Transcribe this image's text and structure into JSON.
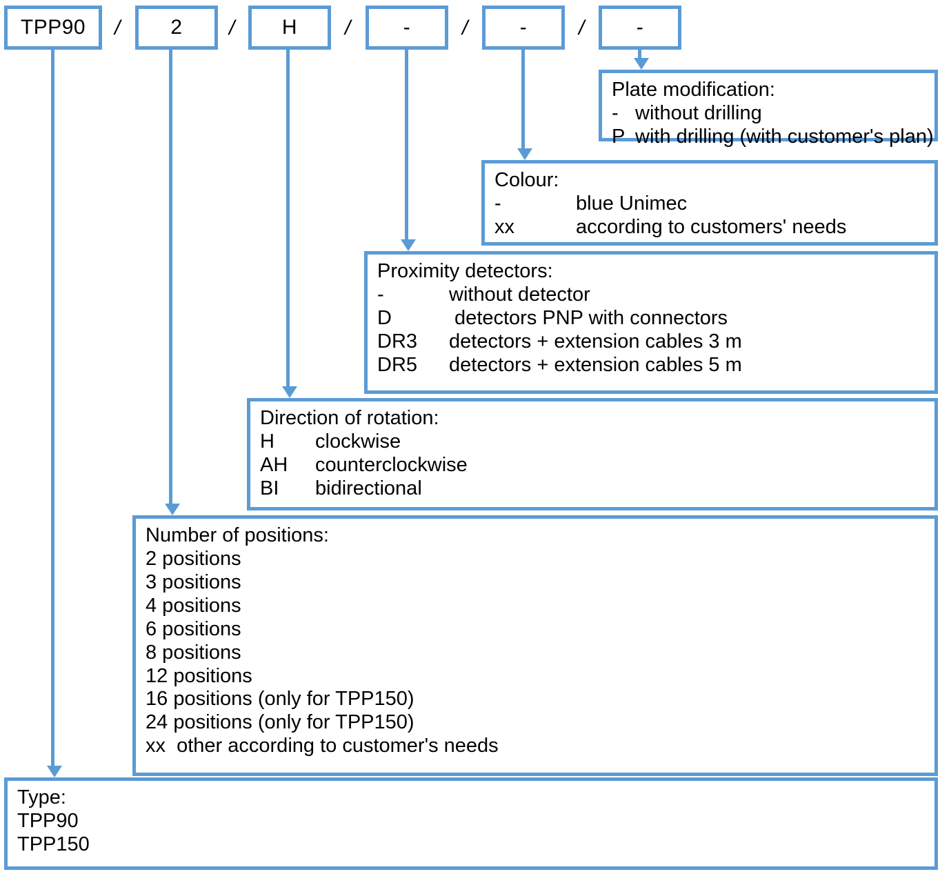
{
  "theme": {
    "accent": "#5B9BD5",
    "text": "#000000",
    "background": "#ffffff"
  },
  "order_code": {
    "separator": "/",
    "segments": [
      {
        "name": "type",
        "value": "TPP90"
      },
      {
        "name": "number-of-positions",
        "value": "2"
      },
      {
        "name": "direction-of-rotation",
        "value": "H"
      },
      {
        "name": "proximity-detectors",
        "value": "-"
      },
      {
        "name": "colour",
        "value": "-"
      },
      {
        "name": "plate-modification",
        "value": "-"
      }
    ]
  },
  "panels": {
    "plate_modification": {
      "title": "Plate modification:",
      "options": [
        {
          "code": "-",
          "text": "without drilling"
        },
        {
          "code": "P",
          "text": "with drilling (with customer's plan)"
        }
      ]
    },
    "colour": {
      "title": "Colour:",
      "options": [
        {
          "code": "-",
          "text": "blue Unimec"
        },
        {
          "code": "xx",
          "text": "according to customers' needs"
        }
      ]
    },
    "proximity_detectors": {
      "title": "Proximity detectors:",
      "options": [
        {
          "code": "-",
          "text": "without detector"
        },
        {
          "code": "D",
          "text": " detectors PNP with connectors"
        },
        {
          "code": "DR3",
          "text": "detectors + extension cables 3 m"
        },
        {
          "code": "DR5",
          "text": "detectors + extension cables 5 m"
        }
      ]
    },
    "direction_of_rotation": {
      "title": "Direction of rotation:",
      "options": [
        {
          "code": "H",
          "text": "clockwise"
        },
        {
          "code": "AH",
          "text": "counterclockwise"
        },
        {
          "code": "BI",
          "text": "bidirectional"
        }
      ]
    },
    "number_of_positions": {
      "title": "Number of positions:",
      "options": [
        {
          "code": "",
          "text": "2 positions"
        },
        {
          "code": "",
          "text": "3 positions"
        },
        {
          "code": "",
          "text": "4 positions"
        },
        {
          "code": "",
          "text": "6 positions"
        },
        {
          "code": "",
          "text": "8 positions"
        },
        {
          "code": "",
          "text": "12 positions"
        },
        {
          "code": "",
          "text": "16 positions (only for TPP150)"
        },
        {
          "code": "",
          "text": "24 positions (only for TPP150)"
        },
        {
          "code": "",
          "text": "xx  other according to customer's needs"
        }
      ]
    },
    "type": {
      "title": "Type:",
      "options": [
        {
          "code": "",
          "text": "TPP90"
        },
        {
          "code": "",
          "text": "TPP150"
        }
      ]
    }
  }
}
